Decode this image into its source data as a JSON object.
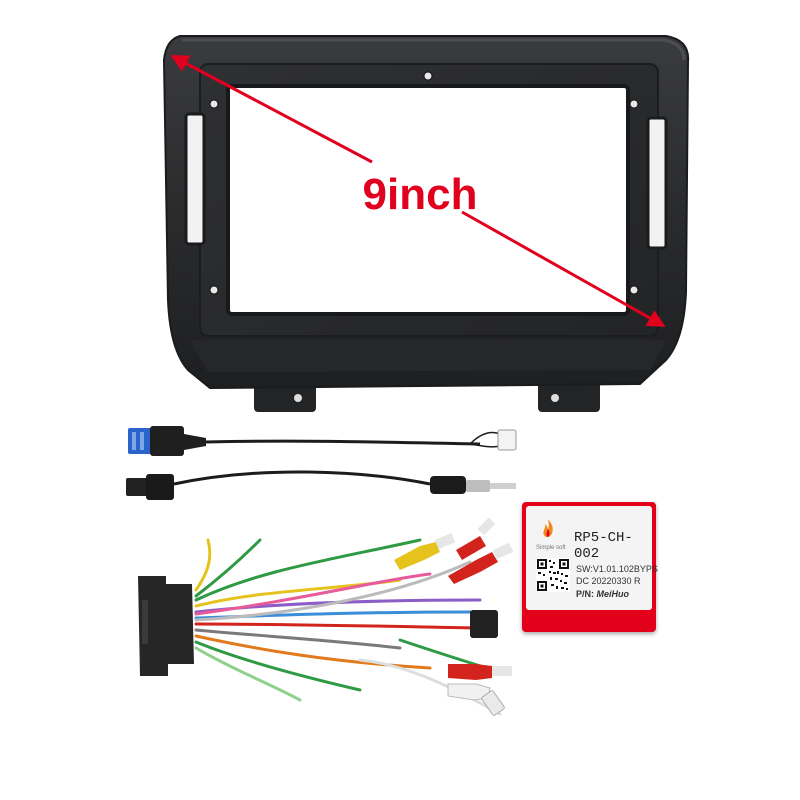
{
  "main_label": "9inch",
  "colors": {
    "frame": "#2b2c2e",
    "frame_edge": "#3b3c3f",
    "arrow": "#e1001e",
    "can_box": "#e3001b",
    "wire_blue": "#2a63c9",
    "wire_green": "#2f9a44",
    "wire_yellow": "#e5c21c",
    "wire_red": "#d3231d"
  },
  "can_box": {
    "brand": "Simple soft",
    "model": "RP5-CH-002",
    "sw_line": "SW:V1.01.102BYPS",
    "dc_line": "DC 20220330 R",
    "pn_prefix": "P/N:",
    "pn_value": "MeiHuo"
  },
  "icons": {
    "arrow": "double-headed-diagonal-arrow",
    "logo": "flame-logo-icon",
    "qr": "qr-code-icon"
  }
}
